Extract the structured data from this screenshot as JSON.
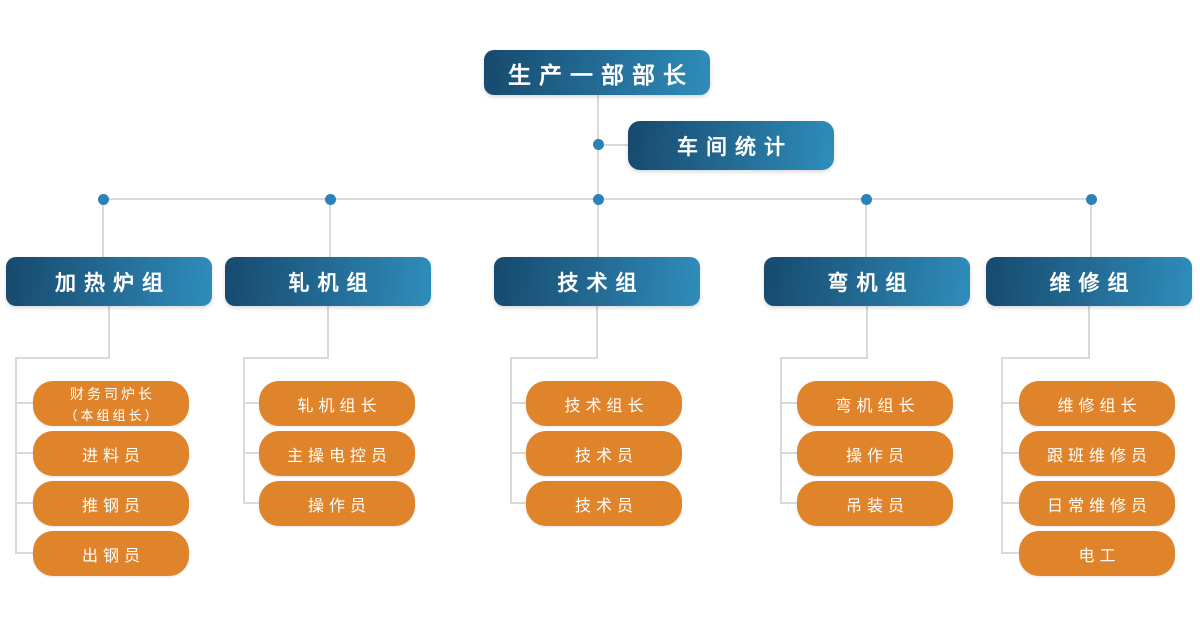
{
  "root": {
    "label": "生产一部部长"
  },
  "staff": {
    "label": "车间统计"
  },
  "groups": [
    {
      "title": "加热炉组",
      "children": [
        {
          "label": "财务司炉长",
          "sublabel": "（本组组长）"
        },
        {
          "label": "进料员"
        },
        {
          "label": "推钢员"
        },
        {
          "label": "出钢员"
        }
      ]
    },
    {
      "title": "轧机组",
      "children": [
        {
          "label": "轧机组长"
        },
        {
          "label": "主操电控员"
        },
        {
          "label": "操作员"
        }
      ]
    },
    {
      "title": "技术组",
      "children": [
        {
          "label": "技术组长"
        },
        {
          "label": "技术员"
        },
        {
          "label": "技术员"
        }
      ]
    },
    {
      "title": "弯机组",
      "children": [
        {
          "label": "弯机组长"
        },
        {
          "label": "操作员"
        },
        {
          "label": "吊装员"
        }
      ]
    },
    {
      "title": "维修组",
      "children": [
        {
          "label": "维修组长"
        },
        {
          "label": "跟班维修员"
        },
        {
          "label": "日常维修员"
        },
        {
          "label": "电工"
        }
      ]
    }
  ],
  "colors": {
    "node_gradient_start": "#17496d",
    "node_gradient_end": "#2f8dbb",
    "child_fill": "#e0842b",
    "connector": "#d9d9d9",
    "junction_dot": "#2a82b6",
    "text": "#ffffff"
  }
}
